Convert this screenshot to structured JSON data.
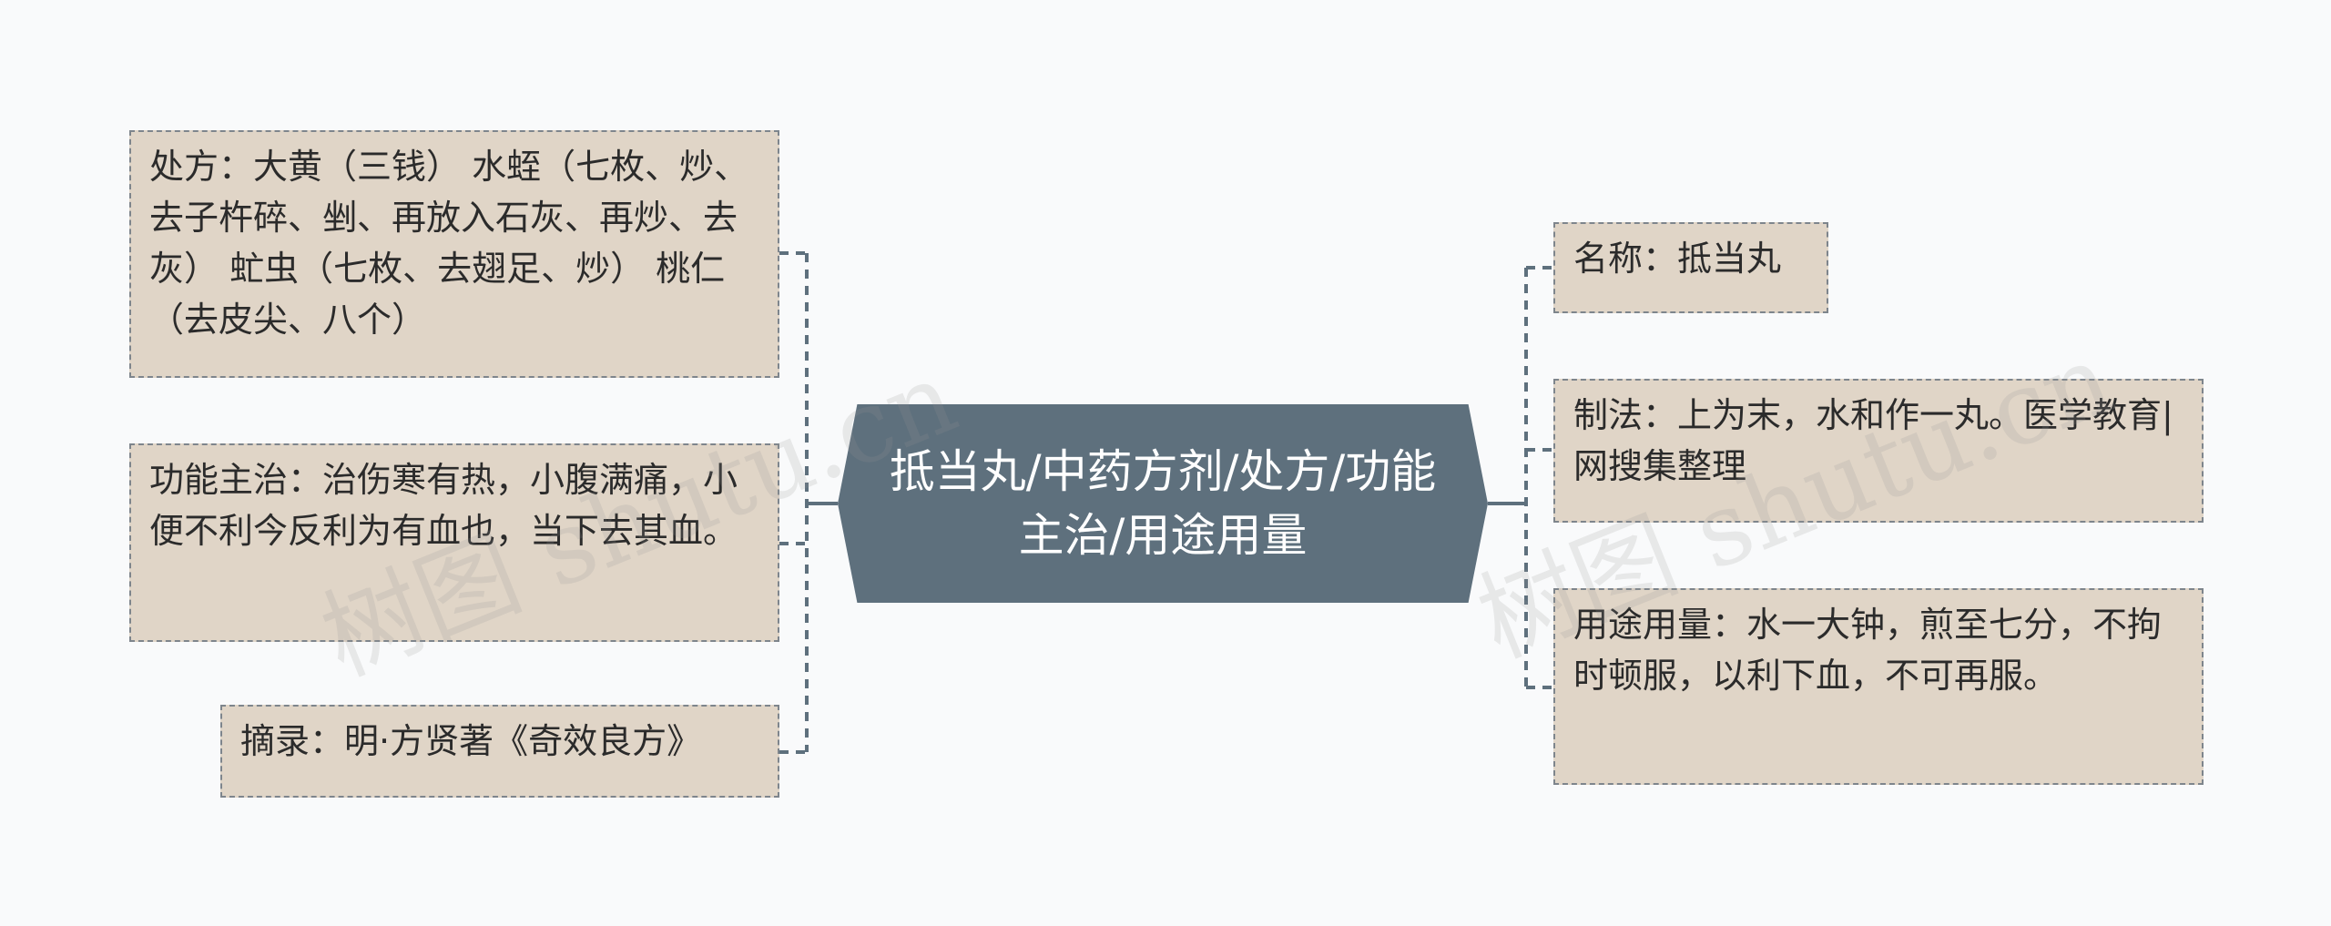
{
  "center": {
    "text": "抵当丸/中药方剂/处方/功能主治/用途用量"
  },
  "left_nodes": [
    {
      "id": "prescription",
      "text": "处方：大黄（三钱） 水蛭（七枚、炒、去子杵碎、剉、再放入石灰、再炒、去灰） 虻虫（七枚、去翅足、炒） 桃仁（去皮尖、八个）"
    },
    {
      "id": "function",
      "text": "功能主治：治伤寒有热，小腹满痛，小便不利今反利为有血也，当下去其血。"
    },
    {
      "id": "source",
      "text": "摘录：明·方贤著《奇效良方》"
    }
  ],
  "right_nodes": [
    {
      "id": "name",
      "text": "名称：抵当丸"
    },
    {
      "id": "method",
      "text": "制法：上为末，水和作一丸。医学教育|网搜集整理"
    },
    {
      "id": "usage",
      "text": "用途用量：水一大钟，煎至七分，不拘时顿服，以利下血，不可再服。"
    }
  ],
  "watermarks": [
    "树图 shutu.cn",
    "树图 shutu.cn"
  ],
  "colors": {
    "center_bg": "#5e707d",
    "node_bg": "#e0d5c7",
    "border": "#7e858c",
    "connector": "#5e707d"
  }
}
